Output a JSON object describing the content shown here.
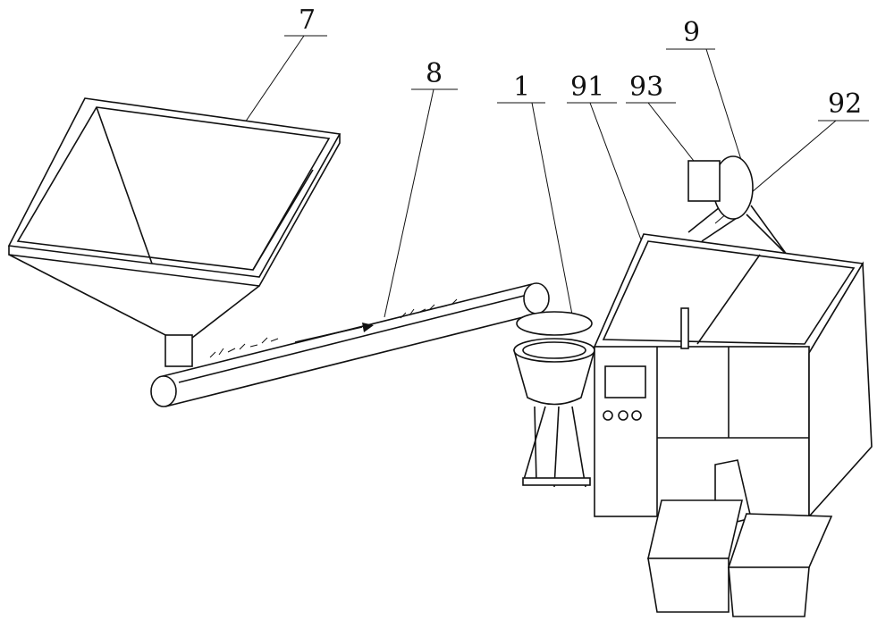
{
  "figure": {
    "labels": {
      "hopper": "7",
      "conveyor": "8",
      "vibratory_bowl": "1",
      "cabinet_top": "91",
      "fan_outlet": "93",
      "fan": "9",
      "duct": "92"
    }
  }
}
